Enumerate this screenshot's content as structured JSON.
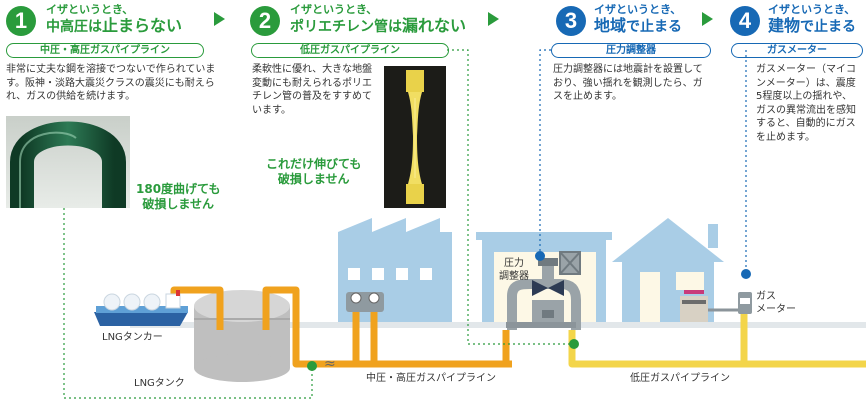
{
  "steps": [
    {
      "number": "1",
      "subtitle": "イザというとき、",
      "title_pre": "中高圧は",
      "title_em": "止まらない",
      "pill": "中圧・高圧ガスパイプライン",
      "description": "非常に丈夫な鋼を溶接でつないで作られています。阪神・淡路大震災クラスの震災にも耐えられ、ガスの供給を続けます。",
      "callout": [
        "180度曲げても",
        "破損しません"
      ]
    },
    {
      "number": "2",
      "subtitle": "イザというとき、",
      "title_pre": "ポリエチレン管は",
      "title_em": "漏れない",
      "pill": "低圧ガスパイプライン",
      "description": "柔軟性に優れ、大きな地盤変動にも耐えられるポリエチレン管の普及をすすめています。",
      "callout": [
        "これだけ伸びても",
        "破損しません"
      ]
    },
    {
      "number": "3",
      "subtitle": "イザというとき、",
      "title_pre": "地域",
      "title_em": "で止まる",
      "pill": "圧力調整器",
      "description": "圧力調整器には地震計を設置しており、強い揺れを観測したら、ガスを止めます。"
    },
    {
      "number": "4",
      "subtitle": "イザというとき、",
      "title_pre": "建物",
      "title_em": "で止まる",
      "pill": "ガスメーター",
      "description": "ガスメーター（マイコンメーター）は、震度5程度以上の揺れや、ガスの異常流出を感知すると、自動的にガスを止めます。"
    }
  ],
  "labels": {
    "lng_tanker": "LNGタンカー",
    "lng_tank": "LNGタンク",
    "pressure_regulator": [
      "圧力",
      "調整器"
    ],
    "gas_meter": [
      "ガス",
      "メーター"
    ],
    "medium_high_pipeline": "中圧・高圧ガスパイプライン",
    "low_pipeline": "低圧ガスパイプライン"
  },
  "colors": {
    "green": "#2a9b3c",
    "blue": "#1769b5",
    "orange_pipe": "#f0a21e",
    "yellow_pipe": "#f3d54a",
    "building": "#a9cde6"
  }
}
